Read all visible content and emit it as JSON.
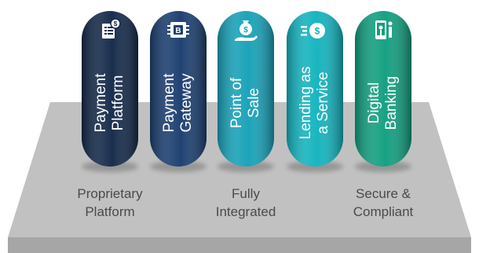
{
  "pillars": [
    {
      "line1": "Payment",
      "line2": "Platform",
      "icon": "invoice-dollar-icon",
      "color": "#152a4a"
    },
    {
      "line1": "Payment",
      "line2": "Gateway",
      "icon": "crypto-chip-icon",
      "color": "#1c3f70"
    },
    {
      "line1": "Point of",
      "line2": "Sale",
      "icon": "money-bag-hand-icon",
      "color": "#18a2b8"
    },
    {
      "line1": "Lending as",
      "line2": "a Service",
      "icon": "fast-dollar-coin-icon",
      "color": "#14b4bf"
    },
    {
      "line1": "Digital",
      "line2": "Banking",
      "icon": "mobile-banking-icon",
      "color": "#139f80"
    }
  ],
  "base_labels": [
    {
      "line1": "Proprietary",
      "line2": "Platform"
    },
    {
      "line1": "Fully",
      "line2": "Integrated"
    },
    {
      "line1": "Secure &",
      "line2": "Compliant"
    }
  ],
  "colors": {
    "platform_top": "#c1c1c1",
    "platform_front": "#a6a6a6",
    "label_text": "#4a4a4a"
  }
}
